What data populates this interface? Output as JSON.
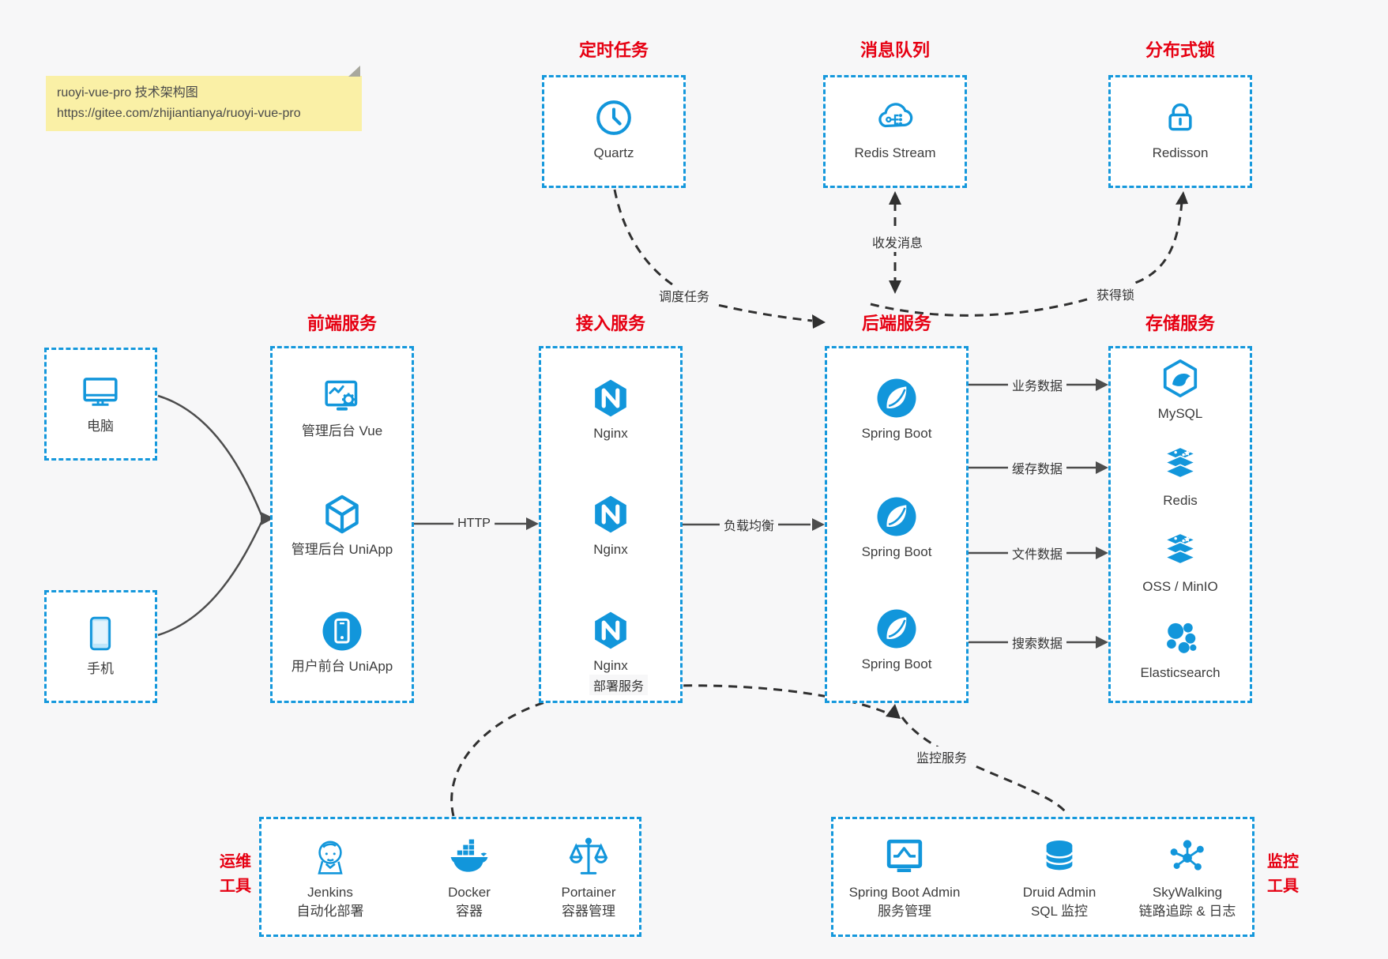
{
  "colors": {
    "accent_blue": "#1296db",
    "title_red": "#e60012",
    "note_bg": "#faf0a6",
    "solid_line": "#4d4d4d",
    "dashed_line": "#303030",
    "background": "#f7f7f8"
  },
  "note": {
    "line1": "ruoyi-vue-pro 技术架构图",
    "line2": "https://gitee.com/zhijiantianya/ruoyi-vue-pro"
  },
  "top_groups": [
    {
      "title": "定时任务",
      "items": [
        {
          "label": "Quartz",
          "icon": "clock-icon"
        }
      ]
    },
    {
      "title": "消息队列",
      "items": [
        {
          "label": "Redis Stream",
          "icon": "cloud-queue-icon"
        }
      ]
    },
    {
      "title": "分布式锁",
      "items": [
        {
          "label": "Redisson",
          "icon": "lock-icon"
        }
      ]
    }
  ],
  "clients": [
    {
      "label": "电脑",
      "icon": "desktop-icon"
    },
    {
      "label": "手机",
      "icon": "phone-icon"
    }
  ],
  "columns": [
    {
      "title": "前端服务",
      "items": [
        {
          "label": "管理后台 Vue",
          "icon": "vue-admin-icon"
        },
        {
          "label": "管理后台 UniApp",
          "icon": "cube-icon"
        },
        {
          "label": "用户前台 UniApp",
          "icon": "mobile-app-icon"
        }
      ]
    },
    {
      "title": "接入服务",
      "items": [
        {
          "label": "Nginx",
          "icon": "nginx-icon"
        },
        {
          "label": "Nginx",
          "icon": "nginx-icon"
        },
        {
          "label": "Nginx",
          "icon": "nginx-icon"
        }
      ]
    },
    {
      "title": "后端服务",
      "items": [
        {
          "label": "Spring Boot",
          "icon": "spring-boot-icon"
        },
        {
          "label": "Spring Boot",
          "icon": "spring-boot-icon"
        },
        {
          "label": "Spring Boot",
          "icon": "spring-boot-icon"
        }
      ]
    },
    {
      "title": "存储服务",
      "items": [
        {
          "label": "MySQL",
          "icon": "mysql-icon"
        },
        {
          "label": "Redis",
          "icon": "redis-icon"
        },
        {
          "label": "OSS / MinIO",
          "icon": "storage-stack-icon"
        },
        {
          "label": "Elasticsearch",
          "icon": "elasticsearch-icon"
        }
      ]
    }
  ],
  "bottom_groups": [
    {
      "side_title_line1": "运维",
      "side_title_line2": "工具",
      "items": [
        {
          "label": "Jenkins",
          "sublabel": "自动化部署",
          "icon": "jenkins-icon"
        },
        {
          "label": "Docker",
          "sublabel": "容器",
          "icon": "docker-icon"
        },
        {
          "label": "Portainer",
          "sublabel": "容器管理",
          "icon": "portainer-icon"
        }
      ]
    },
    {
      "side_title_line1": "监控",
      "side_title_line2": "工具",
      "items": [
        {
          "label": "Spring Boot Admin",
          "sublabel": "服务管理",
          "icon": "spring-boot-admin-icon"
        },
        {
          "label": "Druid Admin",
          "sublabel": "SQL 监控",
          "icon": "druid-icon"
        },
        {
          "label": "SkyWalking",
          "sublabel": "链路追踪 & 日志",
          "icon": "skywalking-icon"
        }
      ]
    }
  ],
  "edge_labels": {
    "http": "HTTP",
    "load_balance": "负载均衡",
    "biz_data": "业务数据",
    "cache_data": "缓存数据",
    "file_data": "文件数据",
    "search_data": "搜索数据",
    "schedule": "调度任务",
    "mq": "收发消息",
    "lock": "获得锁",
    "deploy": "部署服务",
    "monitor": "监控服务"
  }
}
